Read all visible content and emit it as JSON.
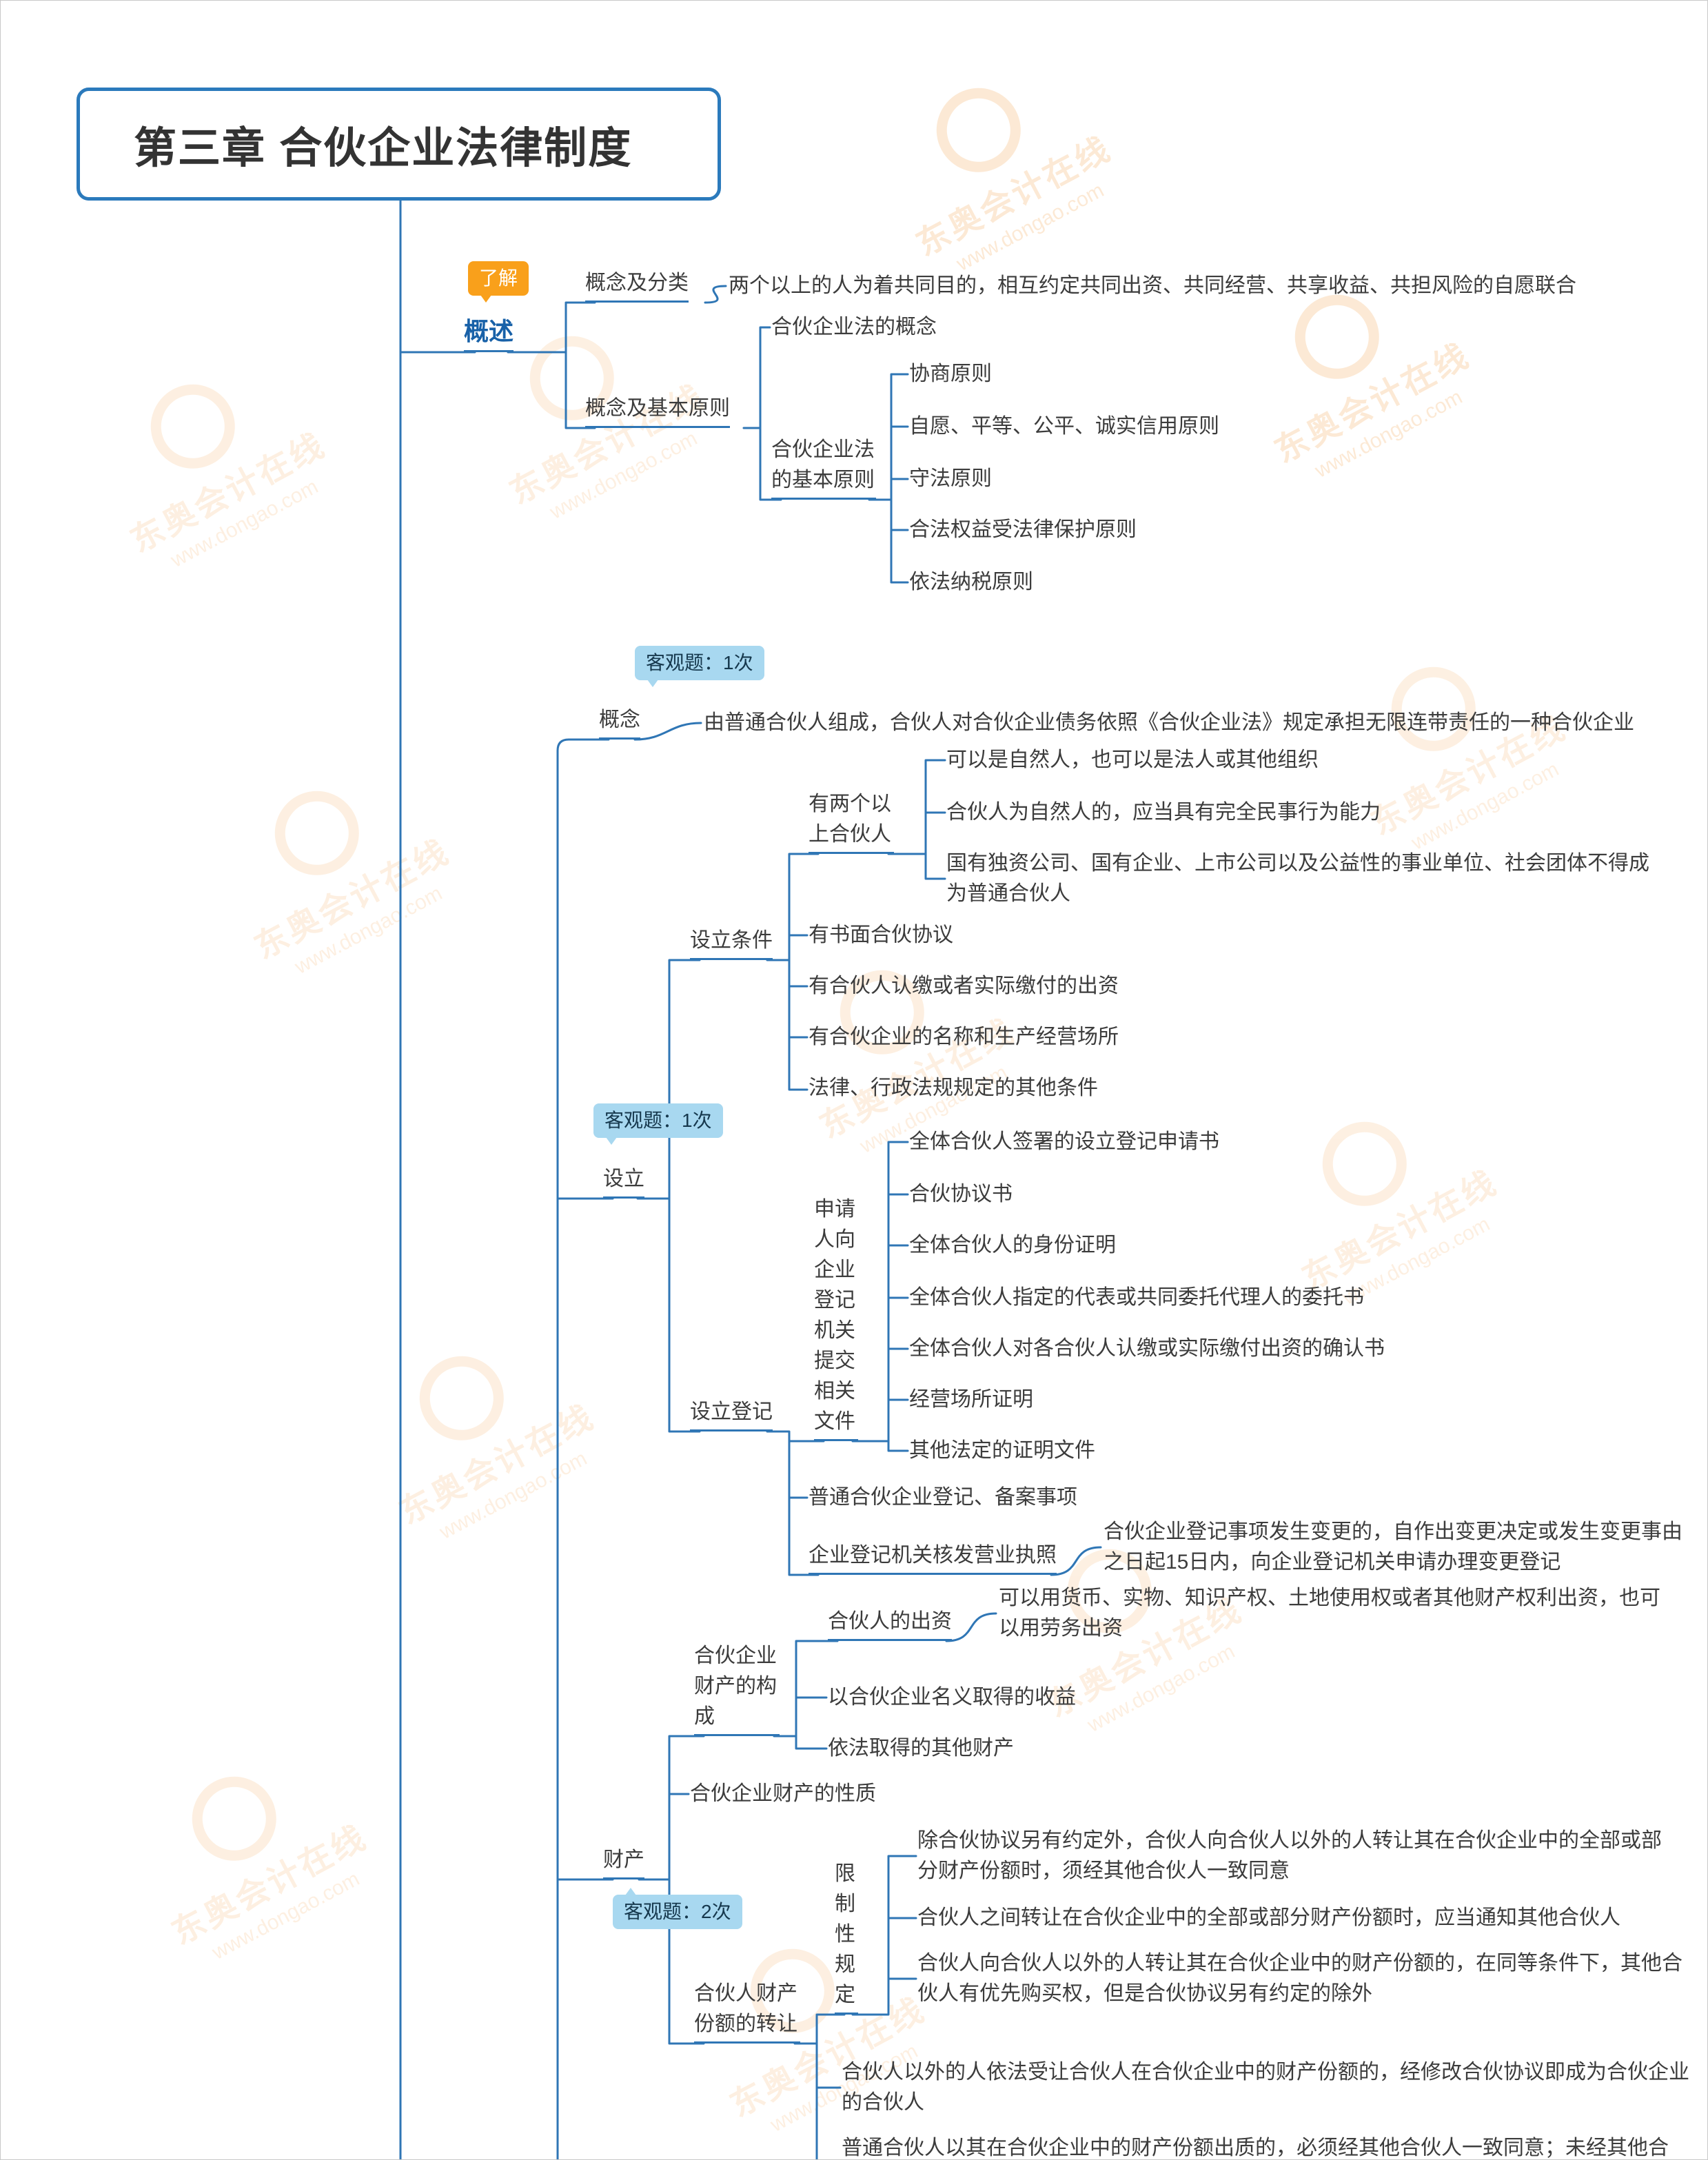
{
  "title": "第三章 合伙企业法律制度",
  "watermark": {
    "brand": "东奥会计在线",
    "url": "www.dongao.com"
  },
  "overview": {
    "tag": "了解",
    "label": "概述",
    "classification": {
      "label": "概念及分类",
      "definition": "两个以上的人为着共同目的，相互约定共同出资、共同经营、共享收益、共担风险的自愿联合"
    },
    "principles_section": {
      "label": "概念及基本原则",
      "law_concept": "合伙企业法的概念",
      "principles": {
        "label": "合伙企业法的基本原则",
        "items": [
          "协商原则",
          "自愿、平等、公平、诚实信用原则",
          "守法原则",
          "合法权益受法律保护原则",
          "依法纳税原则"
        ]
      }
    }
  },
  "partnership": {
    "concept": {
      "tag": "客观题：1次",
      "label": "概念",
      "definition": "由普通合伙人组成，合伙人对合伙企业债务依照《合伙企业法》规定承担无限连带责任的一种合伙企业"
    },
    "establishment": {
      "tag": "客观题：1次",
      "label": "设立",
      "conditions": {
        "label": "设立条件",
        "partners": {
          "label": "有两个以上合伙人",
          "items": [
            "可以是自然人，也可以是法人或其他组织",
            "合伙人为自然人的，应当具有完全民事行为能力",
            "国有独资公司、国有企业、上市公司以及公益性的事业单位、社会团体不得成为普通合伙人"
          ]
        },
        "others": [
          "有书面合伙协议",
          "有合伙人认缴或者实际缴付的出资",
          "有合伙企业的名称和生产经营场所",
          "法律、行政法规规定的其他条件"
        ]
      },
      "registration": {
        "label": "设立登记",
        "documents": {
          "label": "申请人向企业登记机关提交相关文件",
          "items": [
            "全体合伙人签署的设立登记申请书",
            "合伙协议书",
            "全体合伙人的身份证明",
            "全体合伙人指定的代表或共同委托代理人的委托书",
            "全体合伙人对各合伙人认缴或实际缴付出资的确认书",
            "经营场所证明",
            "其他法定的证明文件"
          ]
        },
        "filing": "普通合伙企业登记、备案事项",
        "license": {
          "label": "企业登记机关核发营业执照",
          "note": "合伙企业登记事项发生变更的，自作出变更决定或发生变更事由之日起15日内，向企业登记机关申请办理变更登记"
        }
      }
    },
    "property": {
      "tag": "客观题：2次",
      "label": "财产",
      "composition": {
        "label": "合伙企业财产的构成",
        "contribution": {
          "label": "合伙人的出资",
          "note": "可以用货币、实物、知识产权、土地使用权或者其他财产权利出资，也可以用劳务出资"
        },
        "income": "以合伙企业名义取得的收益",
        "other": "依法取得的其他财产"
      },
      "nature": "合伙企业财产的性质",
      "transfer": {
        "label": "合伙人财产份额的转让",
        "restrictions": {
          "label": "限制性规定",
          "items": [
            "除合伙协议另有约定外，合伙人向合伙人以外的人转让其在合伙企业中的全部或部分财产份额时，须经其他合伙人一致同意",
            "合伙人之间转让在合伙企业中的全部或部分财产份额时，应当通知其他合伙人",
            "合伙人向合伙人以外的人转让其在合伙企业中的财产份额的，在同等条件下，其他合伙人有优先购买权，但是合伙协议另有约定的除外"
          ]
        },
        "transferee": "合伙人以外的人依法受让合伙人在合伙企业中的财产份额的，经修改合伙协议即成为合伙企业的合伙人",
        "pledge": "普通合伙人以其在合伙企业中的财产份额出质的，必须经其他合伙人一致同意；未经其他合伙人一致同意，其行为无效，由此给善意第三人造成损失的，由行为人依法承担赔偿责任"
      }
    }
  }
}
